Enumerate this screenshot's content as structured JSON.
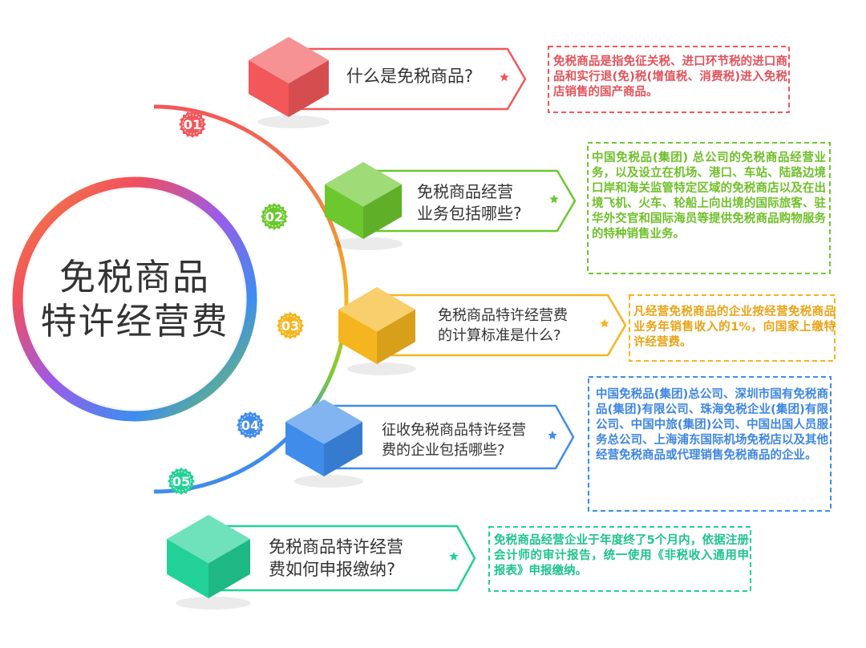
{
  "title_lines": [
    "免税商品",
    "特许经营费"
  ],
  "items": [
    {
      "number": "01",
      "color": "#F2575A",
      "question_lines": [
        "什么是免税商品?"
      ],
      "answer": "免税商品是指免征关税、进口环节税的进口商品和实行退(免)税(增值税、消费税)进入免税店销售的国产商品。"
    },
    {
      "number": "02",
      "color": "#6CC82E",
      "question_lines": [
        "免税商品经营",
        "业务包括哪些?"
      ],
      "answer": "中国免税品(集团) 总公司的免税商品经营业务，以及设立在机场、港口、车站、陆路边境口岸和海关监管特定区域的免税商店以及在出境飞机、火车、轮船上向出境的国际旅客、驻华外交官和国际海员等提供免税商品购物服务的特种销售业务。"
    },
    {
      "number": "03",
      "color": "#F5B51E",
      "question_lines": [
        "免税商品特许经营费",
        "的计算标准是什么?"
      ],
      "answer": "凡经营免税商品的企业按经营免税商品业务年销售收入的1%，向国家上缴特许经营费。"
    },
    {
      "number": "04",
      "color": "#3F8CEB",
      "question_lines": [
        "征收免税商品特许经营",
        "费的企业包括哪些?"
      ],
      "answer": "中国免税品(集团)总公司、深圳市国有免税商品(集团)有限公司、珠海免税企业(集团)有限公司、中国中旅(集团)公司、中国出国人员服务总公司、上海浦东国际机场免税店以及其他经营免税商品或代理销售免税商品的企业。"
    },
    {
      "number": "05",
      "color": "#22D197",
      "question_lines": [
        "免税商品特许经营",
        "费如何申报缴纳?"
      ],
      "answer": "免税商品经营企业于年度终了5个月内，依据注册会计师的审计报告，统一使用《非税收入通用申报表》申报缴纳。"
    }
  ]
}
